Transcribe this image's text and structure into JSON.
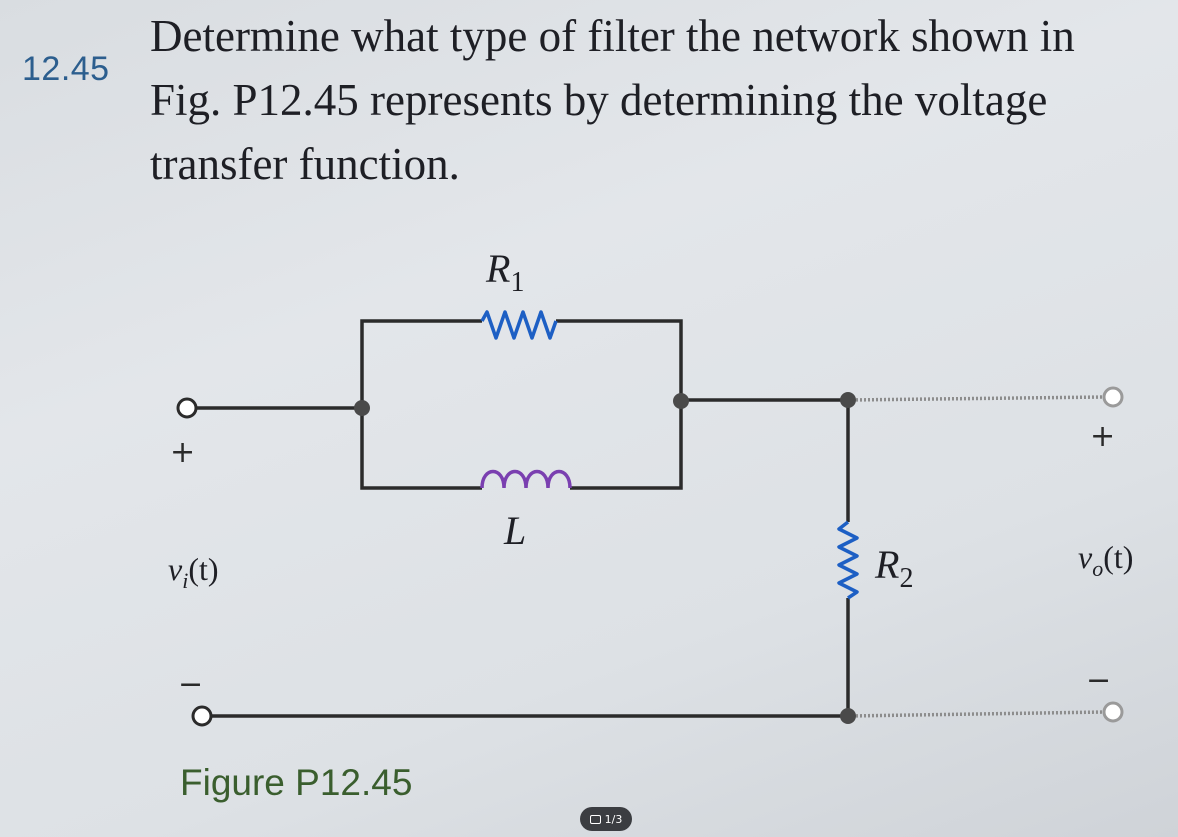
{
  "problem": {
    "number": "12.45",
    "lines": [
      "Determine what type of filter the network shown in",
      "Fig. P12.45 represents by determining the voltage",
      "transfer function."
    ]
  },
  "circuit": {
    "resistor_1": {
      "symbol": "R",
      "subscript": "1"
    },
    "inductor": {
      "symbol": "L"
    },
    "resistor_2": {
      "symbol": "R",
      "subscript": "2"
    },
    "input": {
      "symbol": "v",
      "subscript": "i",
      "suffix": "(t)",
      "plus": "+",
      "minus": "−"
    },
    "output": {
      "symbol": "v",
      "subscript": "o",
      "suffix": "(t)",
      "plus": "+",
      "minus": "−"
    },
    "colors": {
      "wire": "#2b2b2b",
      "resistor": "#1d5fc4",
      "inductor": "#7a3fb0",
      "node": "#4a4a4a"
    }
  },
  "figure_caption": "Figure P12.45",
  "page_indicator": "1/3"
}
